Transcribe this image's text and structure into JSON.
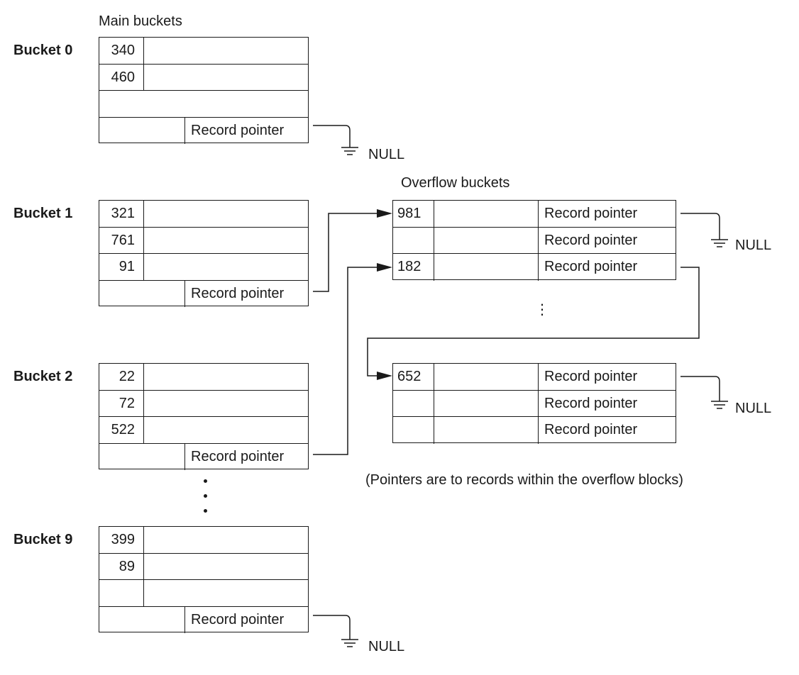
{
  "main_caption": "Main buckets",
  "overflow_caption": "Overflow buckets",
  "note": "(Pointers are to records within the overflow blocks)",
  "pointer_text": "Record pointer",
  "null_text": "NULL",
  "vdots": "⋮",
  "buckets": [
    {
      "label": "Bucket 0",
      "keys": [
        "340",
        "460",
        ""
      ],
      "pointer": "Record pointer"
    },
    {
      "label": "Bucket 1",
      "keys": [
        "321",
        "761",
        "91"
      ],
      "pointer": "Record pointer"
    },
    {
      "label": "Bucket 2",
      "keys": [
        "22",
        "72",
        "522"
      ],
      "pointer": "Record pointer"
    },
    {
      "label": "Bucket 9",
      "keys": [
        "399",
        "89",
        ""
      ],
      "pointer": "Record pointer"
    }
  ],
  "overflow_blocks": [
    {
      "rows": [
        {
          "key": "981",
          "pointer": "Record pointer"
        },
        {
          "key": "",
          "pointer": "Record pointer"
        },
        {
          "key": "182",
          "pointer": "Record pointer"
        }
      ]
    },
    {
      "rows": [
        {
          "key": "652",
          "pointer": "Record pointer"
        },
        {
          "key": "",
          "pointer": "Record pointer"
        },
        {
          "key": "",
          "pointer": "Record pointer"
        }
      ]
    }
  ]
}
